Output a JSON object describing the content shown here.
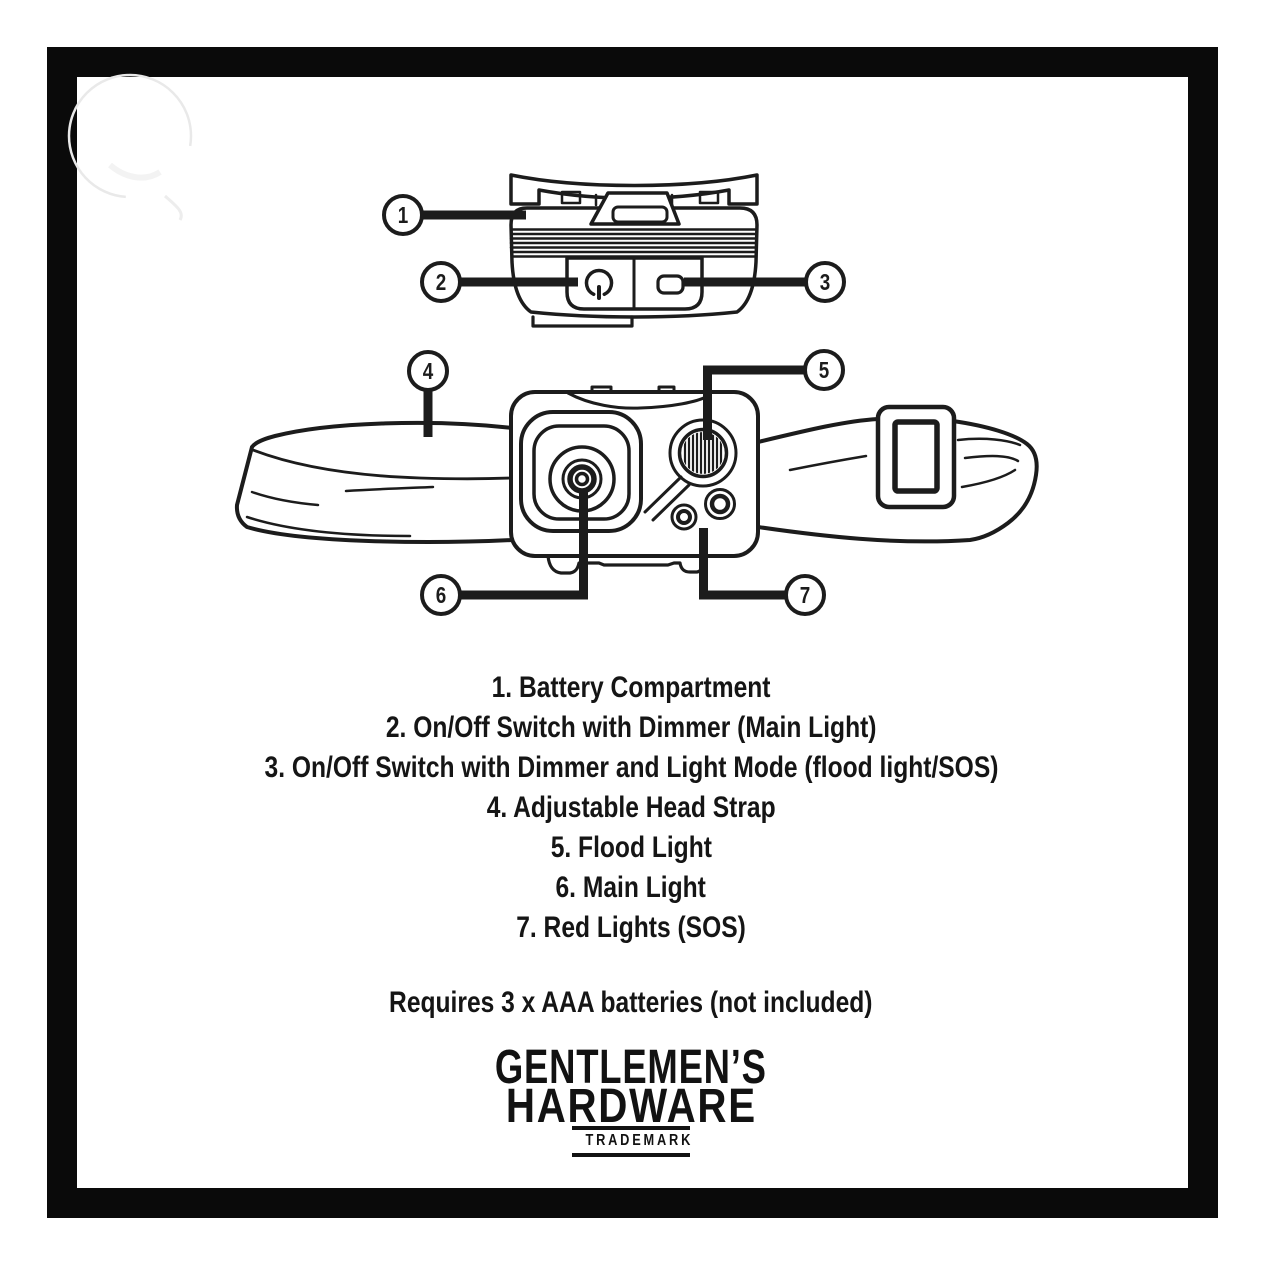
{
  "frame": {
    "color": "#0a0a0a"
  },
  "watermark": {
    "name": "sticker-ghost-circle",
    "color": "#e9e9e9"
  },
  "diagram": {
    "name": "headlamp-parts-diagram",
    "ink": "#1c1c1c",
    "views": [
      "headlamp-top-view",
      "headlamp-front-view"
    ],
    "callout_labels": [
      "1",
      "2",
      "3",
      "4",
      "5",
      "6",
      "7"
    ]
  },
  "parts_list": {
    "items": [
      "1. Battery Compartment",
      "2. On/Off Switch with Dimmer (Main Light)",
      "3. On/Off Switch with Dimmer and Light Mode (flood light/SOS)",
      "4. Adjustable Head Strap",
      "5. Flood Light",
      "6. Main Light",
      "7. Red Lights (SOS)"
    ],
    "battery_note": "Requires 3 x AAA batteries (not included)"
  },
  "brand": {
    "name_line1": "GENTLEMEN’S",
    "name_line2": "HARDWARE",
    "mark": "TRADEMARK"
  }
}
